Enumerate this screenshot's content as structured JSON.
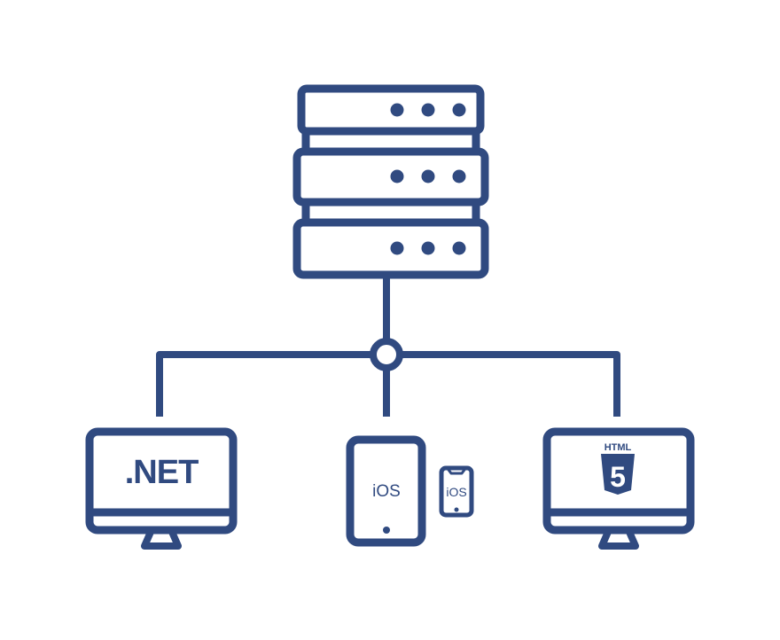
{
  "colors": {
    "primary": "#304a80",
    "background": "#ffffff"
  },
  "nodes": {
    "server": {
      "icon": "server-rack-icon"
    },
    "left_client": {
      "label": ".NET",
      "icon": "desktop-monitor-icon"
    },
    "middle_client": {
      "tablet_label": "iOS",
      "phone_label": "iOS",
      "icon": "tablet-phone-icon"
    },
    "right_client": {
      "logo_text": "HTML",
      "logo_number": "5",
      "icon": "desktop-monitor-icon"
    }
  }
}
